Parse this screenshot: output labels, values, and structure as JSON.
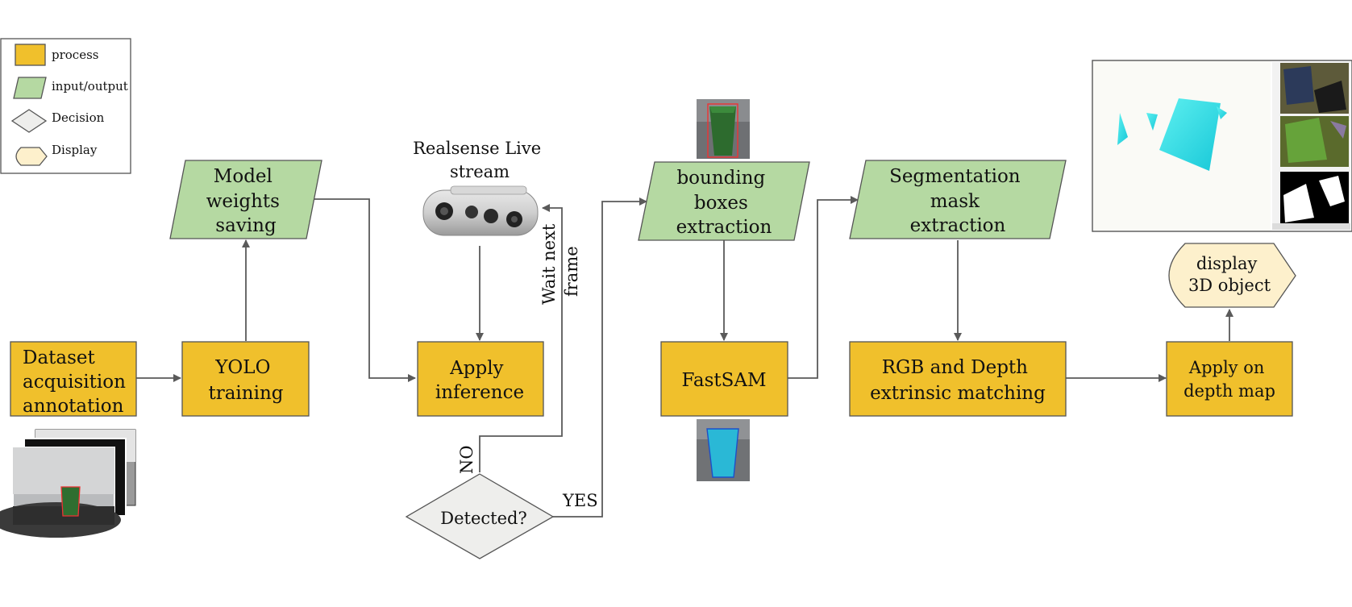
{
  "legend": {
    "items": [
      {
        "shape": "process",
        "label": "process",
        "color": "#F0C02C"
      },
      {
        "shape": "input-output",
        "label": "input/output",
        "color": "#B5D9A2"
      },
      {
        "shape": "decision",
        "label": "Decision",
        "color": "#EEEEEC"
      },
      {
        "shape": "display",
        "label": "Display",
        "color": "#FDF0CC"
      }
    ]
  },
  "nodes": {
    "dataset": {
      "lines": [
        "Dataset",
        "acquisition",
        "annotation"
      ]
    },
    "yolo": {
      "lines": [
        "YOLO",
        "training"
      ]
    },
    "model_weights": {
      "lines": [
        "Model",
        "weights",
        "saving"
      ]
    },
    "realsense": {
      "lines": [
        "Realsense Live",
        "stream"
      ]
    },
    "apply_inference": {
      "lines": [
        "Apply",
        "inference"
      ]
    },
    "detected": {
      "lines": [
        "Detected?"
      ]
    },
    "bbox": {
      "lines": [
        "bounding",
        "boxes",
        "extraction"
      ]
    },
    "fastsam": {
      "lines": [
        "FastSAM"
      ]
    },
    "segmentation": {
      "lines": [
        "Segmentation",
        "mask",
        "extraction"
      ]
    },
    "rgb_depth": {
      "lines": [
        "RGB and Depth",
        "extrinsic matching"
      ]
    },
    "apply_depth": {
      "lines": [
        "Apply on",
        "depth map"
      ]
    },
    "display_3d": {
      "lines": [
        "display",
        "3D object"
      ]
    }
  },
  "edge_labels": {
    "wait": {
      "lines": [
        "Wait next",
        "frame"
      ]
    },
    "no": "NO",
    "yes": "YES"
  },
  "colors": {
    "process": "#F0C02C",
    "input_output": "#B5D9A2",
    "decision": "#EEEEEC",
    "display": "#FDF0CC",
    "edge": "#5a5a5a"
  }
}
